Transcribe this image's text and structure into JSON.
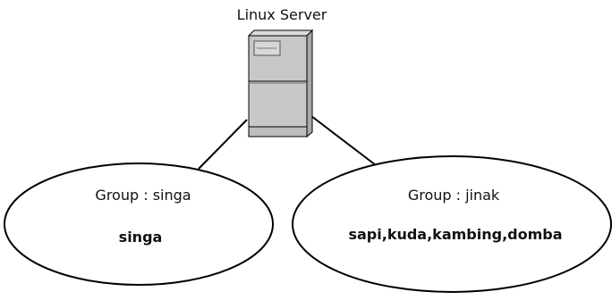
{
  "server": {
    "label": "Linux Server",
    "icon": "server-tower-icon"
  },
  "groups": [
    {
      "title": "Group : singa",
      "members": "singa"
    },
    {
      "title": "Group : jinak",
      "members": "sapi,kuda,kambing,domba"
    }
  ],
  "colors": {
    "server_body": "#c8c8c8",
    "stroke": "#000000",
    "background": "#ffffff"
  }
}
